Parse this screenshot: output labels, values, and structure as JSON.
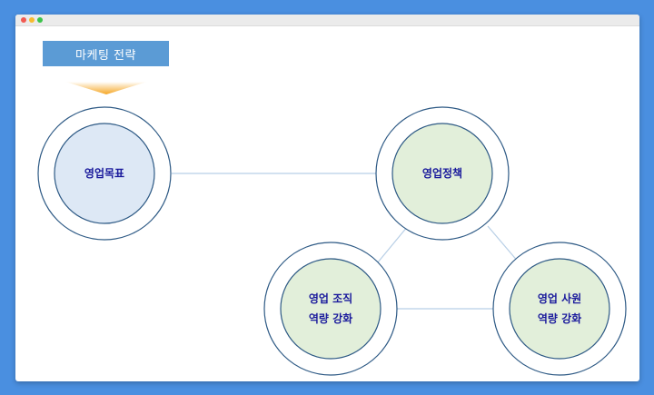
{
  "header": {
    "label": "마케팅 전략"
  },
  "nodes": {
    "goal": {
      "line1": "영업목표"
    },
    "policy": {
      "line1": "영업정책"
    },
    "org": {
      "line1": "영업 조직",
      "line2": "역량 강화"
    },
    "staff": {
      "line1": "영업 사원",
      "line2": "역량 강화"
    }
  },
  "colors": {
    "background": "#4a8fe0",
    "label_fill": "#5b9bd5",
    "goal_fill": "#dde8f5",
    "node_fill": "#e2efda",
    "ring_stroke": "#2e5a85",
    "node_text": "#1a1a9c",
    "connector": "#b8cfe6",
    "arrow": "#f5a623"
  }
}
